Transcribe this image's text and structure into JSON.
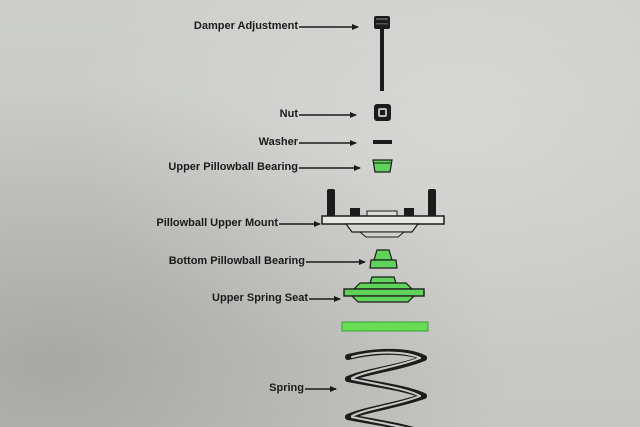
{
  "labels": {
    "damper_adjustment": "Damper Adjustment",
    "nut": "Nut",
    "washer": "Washer",
    "upper_pillowball_bearing": "Upper Pillowball Bearing",
    "pillowball_upper_mount": "Pillowball Upper Mount",
    "bottom_pillowball_bearing": "Bottom Pillowball Bearing",
    "upper_spring_seat": "Upper Spring Seat",
    "spring": "Spring"
  },
  "colors": {
    "background": "#c9cac6",
    "part_dark": "#1c1c1c",
    "part_green": "#5fd35a",
    "arrow": "#1b1b1b"
  }
}
